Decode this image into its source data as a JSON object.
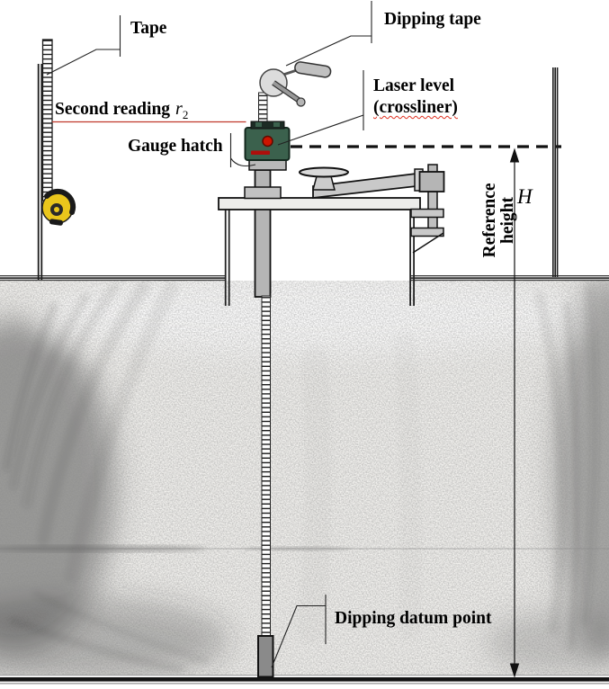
{
  "labels": {
    "tape": "Tape",
    "dipping_tape": "Dipping tape",
    "second_reading": "Second reading",
    "second_reading_var": "r",
    "second_reading_sub": "2",
    "gauge_hatch": "Gauge hatch",
    "laser_level_line1": "Laser level",
    "laser_level_line2": "(crossliner)",
    "reference_height_line1": "Reference",
    "reference_height_line2": "height",
    "reference_height_var": "H",
    "dipping_datum_point": "Dipping datum point"
  },
  "colors": {
    "second_reading_line": "#c0392b",
    "dashed_reference_line": "#111111",
    "laser_body": "#3b614d",
    "laser_lens": "#cc1400",
    "tape_measure_body": "#eac61c",
    "datum_weight": "#8a8a8a",
    "crossliner_underline": "#e03020"
  }
}
